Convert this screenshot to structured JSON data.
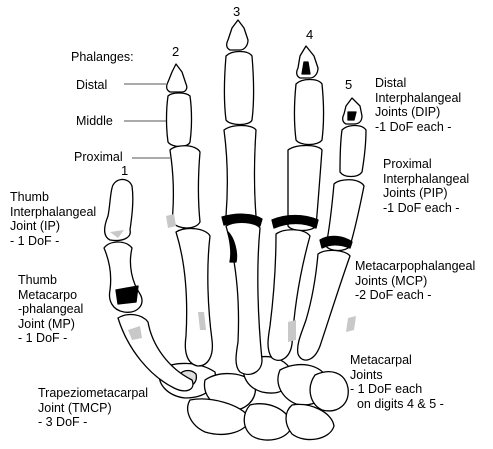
{
  "digit_numbers": [
    "1",
    "2",
    "3",
    "4",
    "5"
  ],
  "labels": {
    "phalanges": "Phalanges:",
    "distal": "Distal",
    "middle": "Middle",
    "proximal": "Proximal",
    "thumb_ip": "Thumb\nInterphalangeal\nJoint (IP)\n- 1 DoF -",
    "thumb_mp": "Thumb\nMetacarpo\n-phalangeal\nJoint (MP)\n- 1 DoF -",
    "tmcp": "Trapeziometacarpal\nJoint (TMCP)\n- 3 DoF -",
    "dip": "Distal\nInterphalangeal\nJoints (DIP)\n-1 DoF each -",
    "pip": "Proximal\nInterphalangeal\nJoints (PIP)\n-1 DoF each -",
    "mcp": "Metacarpophalangeal\nJoints (MCP)\n-2 DoF each -",
    "metacarpal": "Metacarpal\nJoints\n- 1 DoF each\n  on digits 4 & 5 -"
  },
  "colors": {
    "bone_fill": "#ffffff",
    "outline": "#000000",
    "shade": "#c8c8c8",
    "cartilage": "#000000"
  }
}
